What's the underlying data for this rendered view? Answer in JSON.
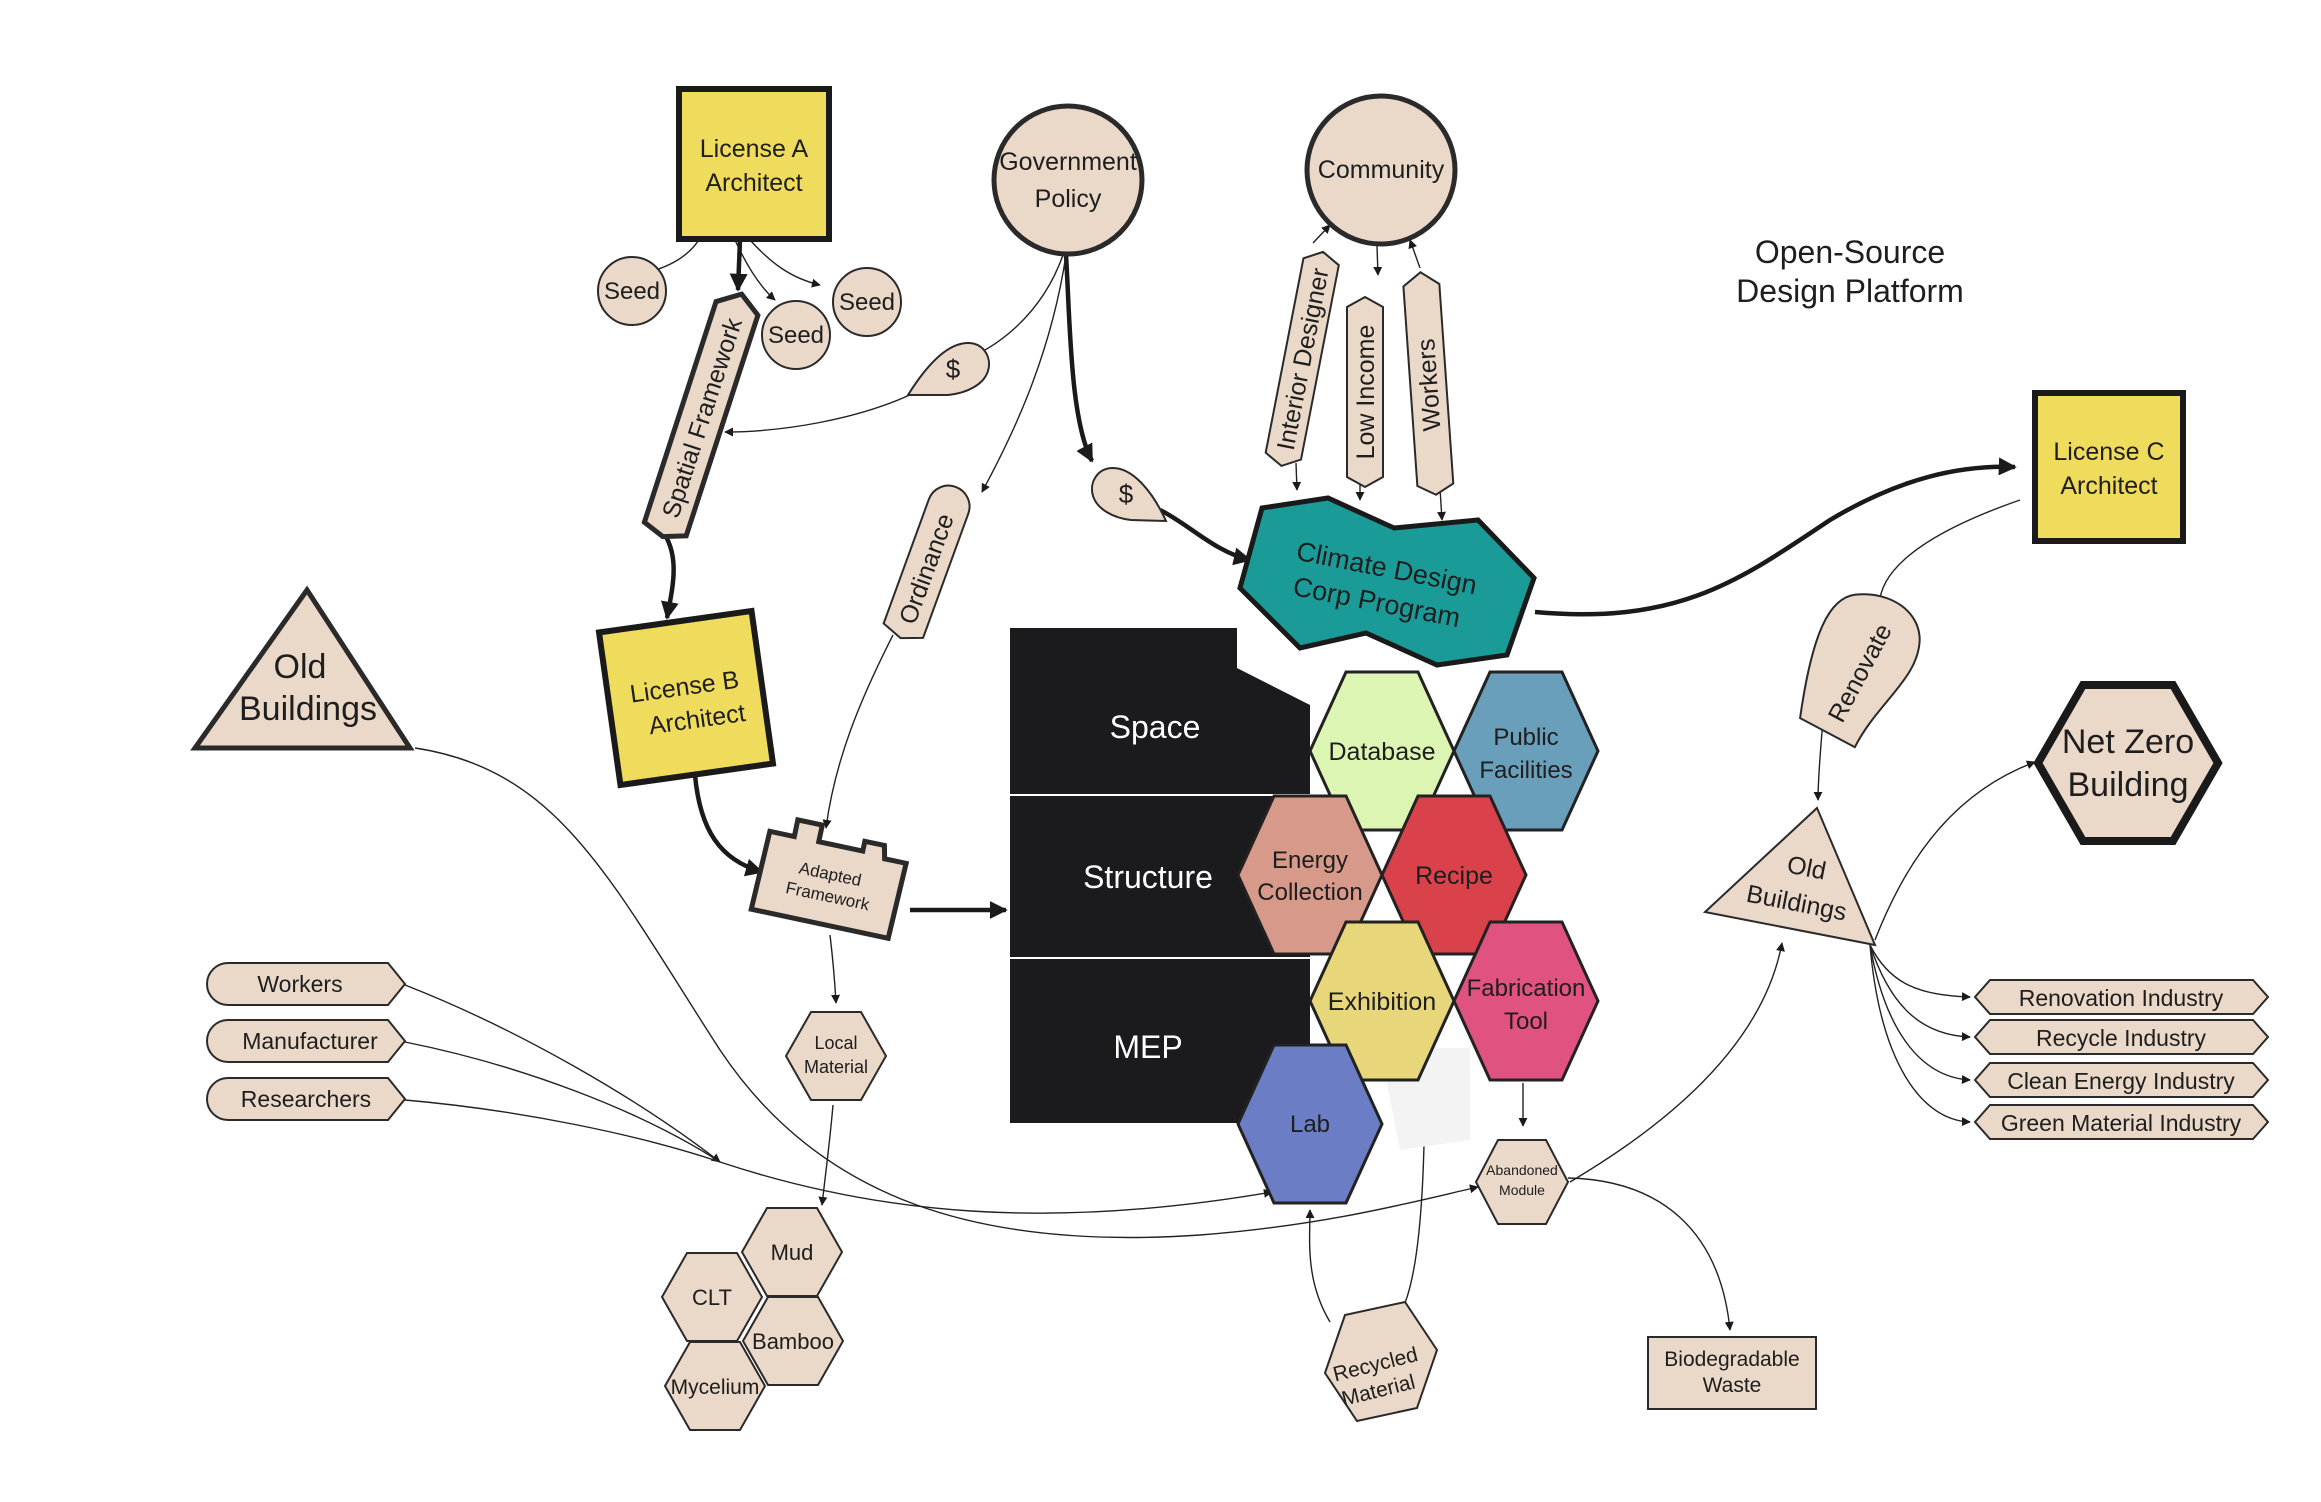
{
  "title": [
    "Open-Source",
    "Design Platform"
  ],
  "colors": {
    "node_fill": "#ead8c8",
    "license_fill": "#f0dc5c",
    "program_fill": "#1b9b98",
    "platform_black": "#1b1a1c",
    "database": "#ddf5b3",
    "public_facilities": "#6a9fbb",
    "energy_collection": "#d7998a",
    "recipe": "#d9414b",
    "exhibition": "#e8d67a",
    "fabrication_tool": "#e0527f",
    "lab": "#6b7dc4"
  },
  "nodes": {
    "license_a": [
      "License A",
      "Architect"
    ],
    "license_b": [
      "License B",
      "Architect"
    ],
    "license_c": [
      "License C",
      "Architect"
    ],
    "government": [
      "Government",
      "Policy"
    ],
    "community": "Community",
    "seed": "Seed",
    "money": "$",
    "spatial_framework": "Spatial Framework",
    "ordinance": "Ordinance",
    "interior_designer": "Interior Designer",
    "low_income": "Low Income",
    "workers_tag": "Workers",
    "climate_program": [
      "Climate Design",
      "Corp Program"
    ],
    "old_buildings_left": [
      "Old",
      "Buildings"
    ],
    "old_buildings_right": [
      "Old",
      "Buildings"
    ],
    "renovate": "Renovate",
    "net_zero": [
      "Net Zero",
      "Building"
    ],
    "adapted_framework": [
      "Adapted",
      "Framework"
    ],
    "local_material": [
      "Local",
      "Material"
    ],
    "abandoned_module": [
      "Abandoned",
      "Module"
    ],
    "recycled_material": [
      "Recycled",
      "Material"
    ],
    "biodegradable_waste": [
      "Biodegradable",
      "Waste"
    ]
  },
  "platform_rows": [
    "Space",
    "Structure",
    "MEP"
  ],
  "hexagons": {
    "database": [
      "Database"
    ],
    "public_facilities": [
      "Public",
      "Facilities"
    ],
    "energy_collection": [
      "Energy",
      "Collection"
    ],
    "recipe": [
      "Recipe"
    ],
    "exhibition": [
      "Exhibition"
    ],
    "fabrication_tool": [
      "Fabrication",
      "Tool"
    ],
    "lab": [
      "Lab"
    ]
  },
  "stakeholders": [
    "Workers",
    "Manufacturer",
    "Researchers"
  ],
  "materials": [
    "Mud",
    "CLT",
    "Bamboo",
    "Mycelium"
  ],
  "industries": [
    "Renovation Industry",
    "Recycle Industry",
    "Clean Energy Industry",
    "Green Material Industry"
  ]
}
